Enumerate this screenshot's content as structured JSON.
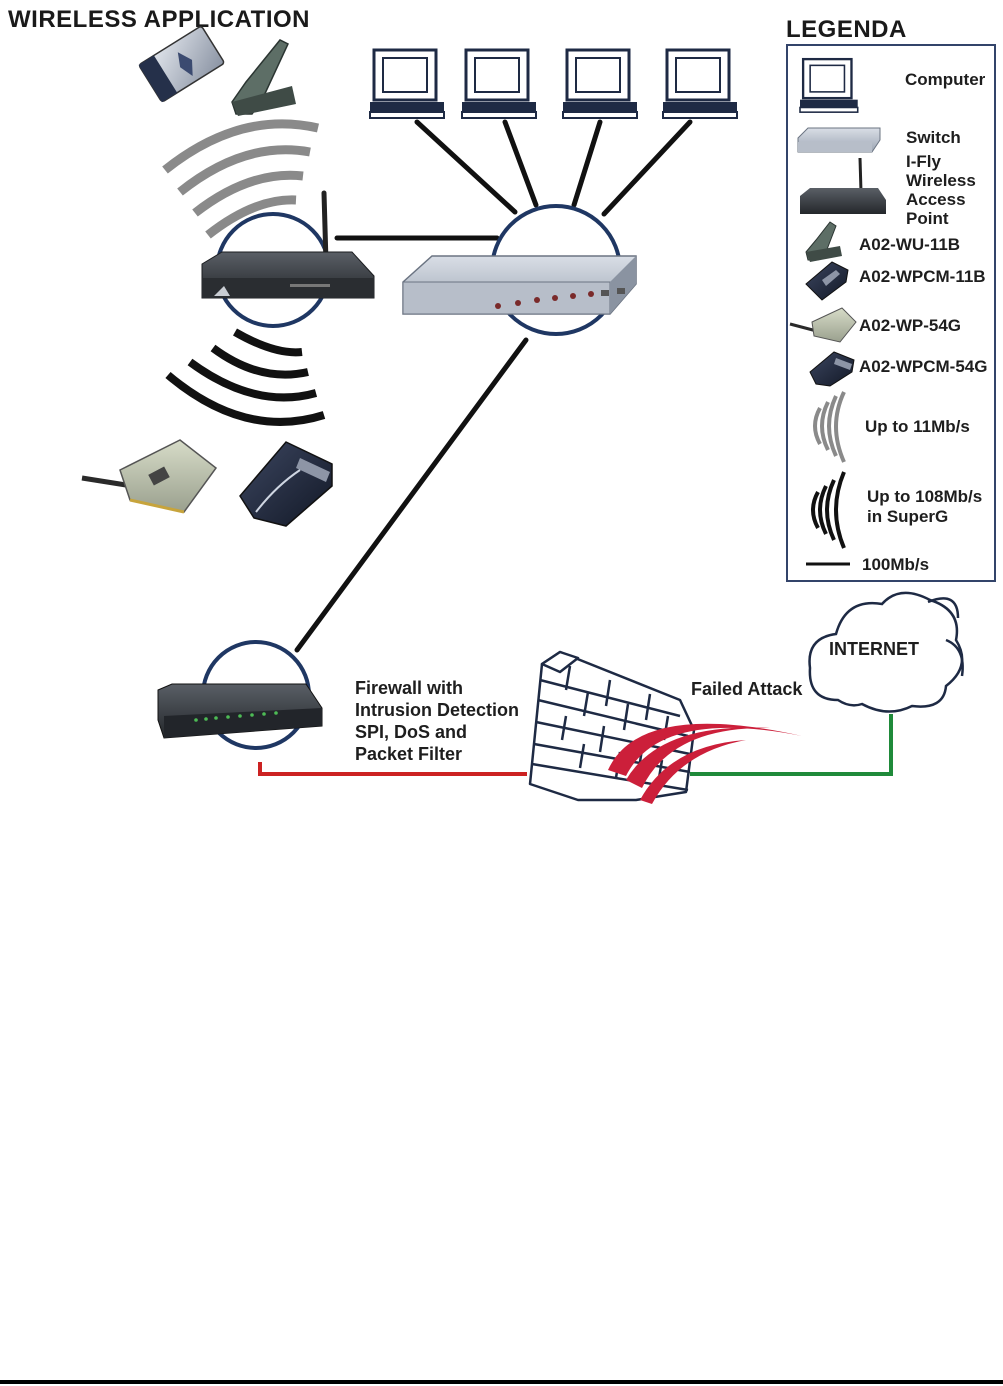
{
  "diagram": {
    "title": "WIRELESS  APPLICATION",
    "firewall_label": [
      "Firewall with",
      "Intrusion Detection",
      "SPI, DoS and",
      "Packet Filter"
    ],
    "attack_label": "Failed Attack",
    "internet_label": "INTERNET",
    "colors": {
      "lan_line": "#000000",
      "router_link": "#cc2222",
      "internet_link": "#1f8a3a",
      "attack_swoosh": "#cc1f3a",
      "circle": "#1f3763",
      "legend_border": "#33446a"
    }
  },
  "legend": {
    "title": "LEGENDA",
    "items": [
      {
        "icon": "computer-icon",
        "label": "Computer"
      },
      {
        "icon": "switch-icon",
        "label": "Switch"
      },
      {
        "icon": "access-point-icon",
        "label": [
          "I-Fly",
          "Wireless",
          "Access",
          "Point"
        ]
      },
      {
        "icon": "usb-adapter-icon",
        "label": "A02-WU-11B"
      },
      {
        "icon": "pcmcia-card-icon",
        "label": "A02-WPCM-11B"
      },
      {
        "icon": "pci-card-icon",
        "label": "A02-WP-54G"
      },
      {
        "icon": "pcmcia-card-icon",
        "label": "A02-WPCM-54G"
      },
      {
        "icon": "wave-gray-icon",
        "label": "Up to 11Mb/s"
      },
      {
        "icon": "wave-black-icon",
        "label": [
          "Up to 108Mb/s",
          "in SuperG"
        ]
      },
      {
        "icon": "line-icon",
        "label": "100Mb/s"
      }
    ]
  }
}
